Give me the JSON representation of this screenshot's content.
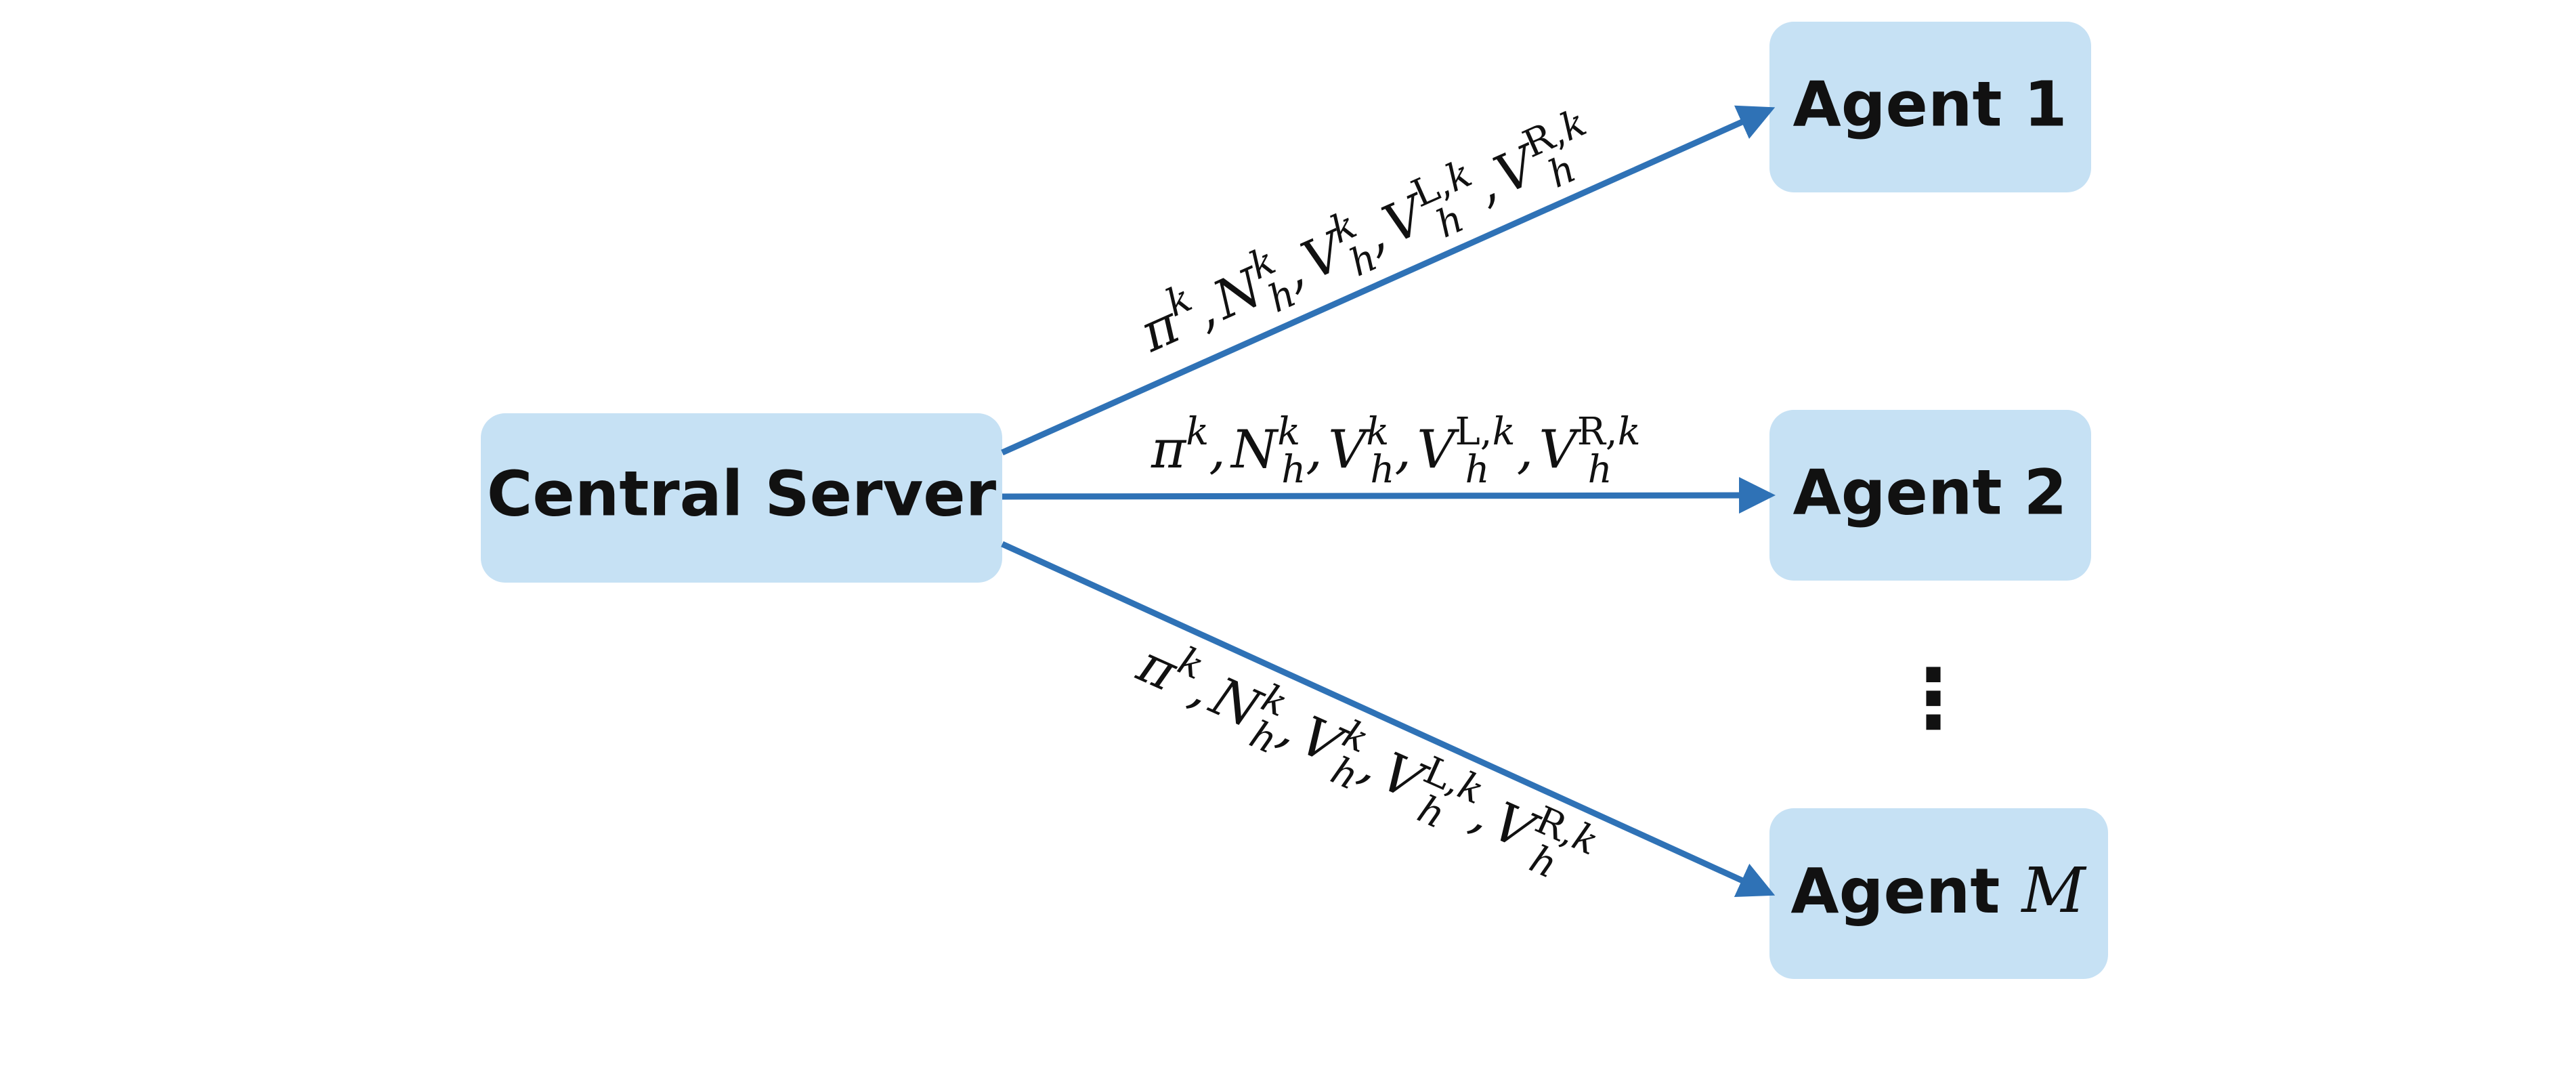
{
  "colors": {
    "node_fill": "#c6e1f4",
    "edge": "#2f72b6",
    "text": "#111111"
  },
  "nodes": {
    "server": {
      "label": "Central Server"
    },
    "agent1": {
      "label": "Agent 1"
    },
    "agent2": {
      "label": "Agent 2"
    },
    "agentM": {
      "label_prefix": "Agent ",
      "label_math": "M"
    }
  },
  "ellipsis": "⋮",
  "message": {
    "pi": "π",
    "k": "k",
    "N": "N",
    "V": "V",
    "h": "h",
    "comma": ",",
    "L": "L,",
    "R": "R,"
  }
}
